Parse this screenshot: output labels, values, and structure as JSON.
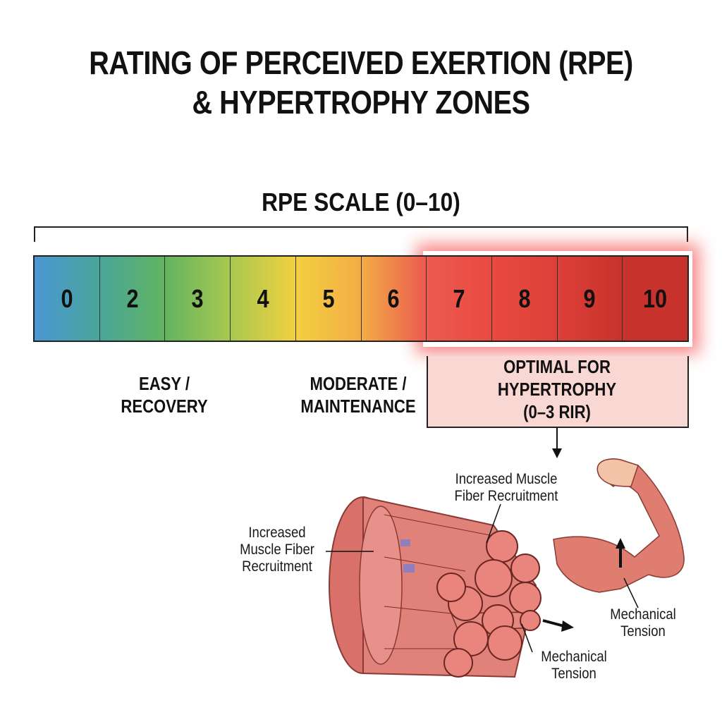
{
  "title": {
    "line1": "RATING OF PERCEIVED EXERTION (RPE)",
    "line2": "& HYPERTROPHY ZONES"
  },
  "scale": {
    "heading": "RPE SCALE (0–10)",
    "cells": [
      {
        "label": "0",
        "color": "#4a97d4"
      },
      {
        "label": "2",
        "color": "#4aa59a"
      },
      {
        "label": "3",
        "color": "#62b460"
      },
      {
        "label": "4",
        "color": "#a8c850"
      },
      {
        "label": "5",
        "color": "#f2d040"
      },
      {
        "label": "6",
        "color": "#f3ac45"
      },
      {
        "label": "7",
        "color": "#ec5a50"
      },
      {
        "label": "8",
        "color": "#e84a40"
      },
      {
        "label": "9",
        "color": "#dc4038"
      },
      {
        "label": "10",
        "color": "#c8322c"
      }
    ]
  },
  "zones": {
    "easy": {
      "line1": "EASY /",
      "line2": "RECOVERY"
    },
    "moderate": {
      "line1": "MODERATE /",
      "line2": "MAINTENANCE"
    },
    "optimal": {
      "line1": "OPTIMAL FOR",
      "line2": "HYPERTROPHY",
      "line3": "(0–3 RIR)"
    }
  },
  "illustration": {
    "label_top": {
      "line1": "Increased Muscle",
      "line2": "Fiber Recruitment"
    },
    "label_left": {
      "line1": "Increased",
      "line2": "Muscle Fiber",
      "line3": "Recruitment"
    },
    "label_bottom": {
      "line1": "Mechanical",
      "line2": "Tension"
    },
    "label_arm": {
      "line1": "Mechanical",
      "line2": "Tension"
    }
  }
}
